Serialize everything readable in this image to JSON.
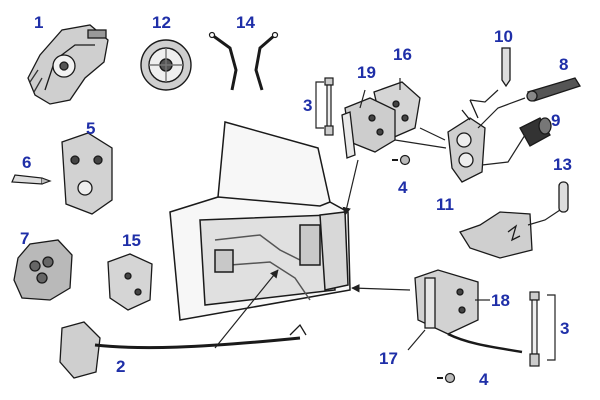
{
  "diagram": {
    "label_color": "#1f2fa8",
    "line_color": "#222222",
    "part_fill": "#d8d8d8",
    "part_stroke": "#1a1a1a",
    "callouts": [
      {
        "id": "c1",
        "text": "1"
      },
      {
        "id": "c12",
        "text": "12"
      },
      {
        "id": "c14",
        "text": "14"
      },
      {
        "id": "c10",
        "text": "10"
      },
      {
        "id": "c16",
        "text": "16"
      },
      {
        "id": "c19",
        "text": "19"
      },
      {
        "id": "c8",
        "text": "8"
      },
      {
        "id": "c3a",
        "text": "3"
      },
      {
        "id": "c5",
        "text": "5"
      },
      {
        "id": "c9",
        "text": "9"
      },
      {
        "id": "c6",
        "text": "6"
      },
      {
        "id": "c4a",
        "text": "4"
      },
      {
        "id": "c13",
        "text": "13"
      },
      {
        "id": "c11",
        "text": "11"
      },
      {
        "id": "c7",
        "text": "7"
      },
      {
        "id": "c15",
        "text": "15"
      },
      {
        "id": "c18",
        "text": "18"
      },
      {
        "id": "c3b",
        "text": "3"
      },
      {
        "id": "c2",
        "text": "2"
      },
      {
        "id": "c17",
        "text": "17"
      },
      {
        "id": "c4b",
        "text": "4"
      }
    ]
  }
}
